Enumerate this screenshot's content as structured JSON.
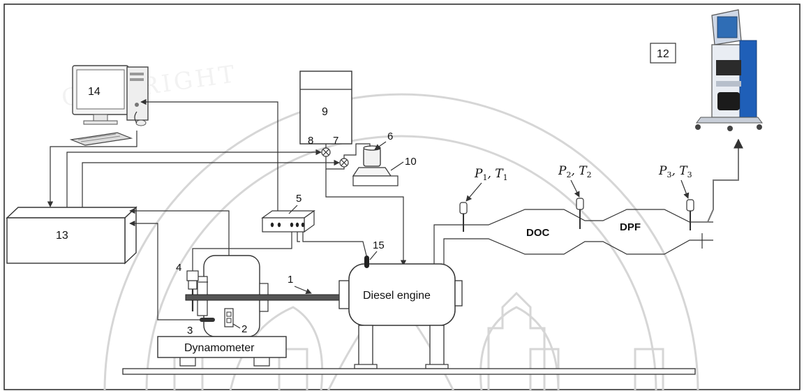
{
  "components": {
    "shaft": "1",
    "load_cell": "2",
    "speed_sensor": "3",
    "controller": "4",
    "amplifier": "5",
    "fuel_beaker": "6",
    "valve_7": "7",
    "valve_8": "8",
    "fuel_tank": "9",
    "scale": "10",
    "gas_analyzer": "12",
    "daq_unit": "13",
    "computer": "14",
    "thermocouple": "15"
  },
  "blocks": {
    "engine": "Diesel engine",
    "dynamometer": "Dynamometer",
    "doc": "DOC",
    "dpf": "DPF"
  },
  "sensors": [
    {
      "p": "P",
      "t": "T",
      "index": "1"
    },
    {
      "p": "P",
      "t": "T",
      "index": "2"
    },
    {
      "p": "P",
      "t": "T",
      "index": "3"
    }
  ],
  "watermark": {
    "text": "COPYRIGHT"
  }
}
